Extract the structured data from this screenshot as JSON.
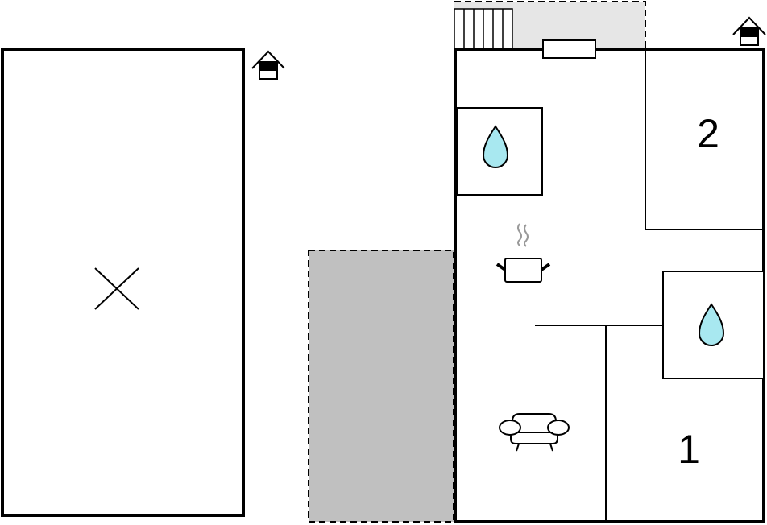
{
  "plan": {
    "rooms": [
      {
        "id": "bedroom-1",
        "label": "1"
      },
      {
        "id": "bedroom-2",
        "label": "2"
      }
    ],
    "icons": [
      "house-entrance-icon",
      "bathroom-drop-icon",
      "kitchen-pot-icon",
      "living-sofa-icon",
      "stairs-icon",
      "window-icon",
      "unbuilt-x-icon"
    ],
    "colors": {
      "water": "#a8e8f0",
      "terrace": "#e6e6e6",
      "carport": "#c0c0c0",
      "wall": "#000000"
    }
  }
}
